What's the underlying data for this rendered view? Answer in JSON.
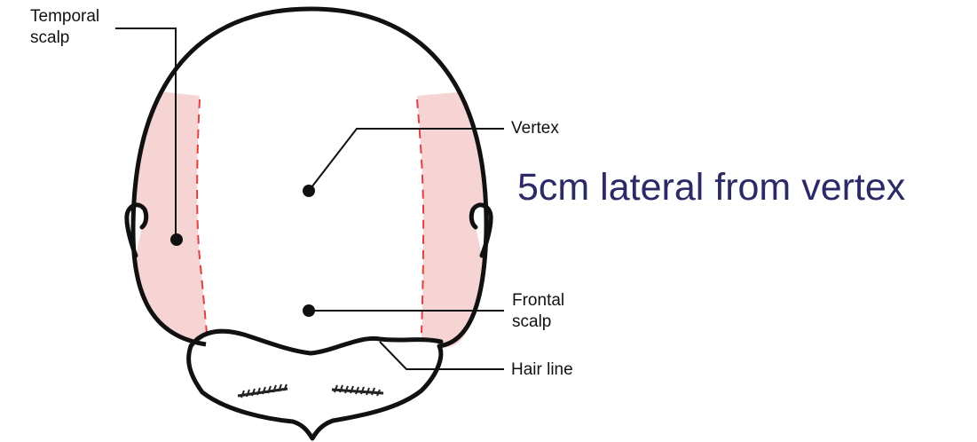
{
  "labels": {
    "temporal_scalp": "Temporal\nscalp",
    "vertex": "Vertex",
    "frontal_scalp": "Frontal\nscalp",
    "hair_line": "Hair line"
  },
  "caption": "5cm lateral from vertex",
  "colors": {
    "outline": "#111111",
    "temporal_zone_fill": "#f6d4d4",
    "boundary_dash": "#e04040",
    "caption_text": "#2b2a66"
  }
}
